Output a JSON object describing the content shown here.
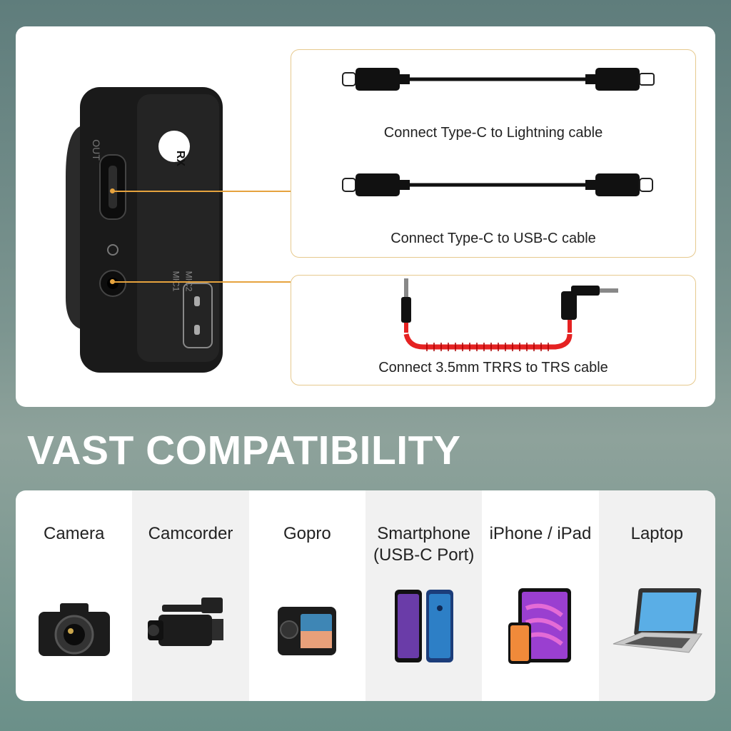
{
  "cables": [
    {
      "label": "Connect Type-C to Lightning cable",
      "icon": "type-c-to-lightning-cable-icon"
    },
    {
      "label": "Connect Type-C to USB-C cable",
      "icon": "type-c-to-usb-c-cable-icon"
    },
    {
      "label": "Connect 3.5mm TRRS to TRS cable",
      "icon": "trrs-to-trs-coiled-cable-icon"
    }
  ],
  "device": {
    "badge": "RX",
    "port_out": "OUT",
    "mic1": "MIC1",
    "mic2": "MIC2"
  },
  "headline": "VAST COMPATIBILITY",
  "devices": [
    {
      "label": "Camera",
      "icon": "camera-icon"
    },
    {
      "label": "Camcorder",
      "icon": "camcorder-icon"
    },
    {
      "label": "Gopro",
      "icon": "gopro-icon"
    },
    {
      "label": "Smartphone",
      "label2": "(USB-C Port)",
      "icon": "smartphone-icon"
    },
    {
      "label": "iPhone / iPad",
      "icon": "iphone-ipad-icon"
    },
    {
      "label": "Laptop",
      "icon": "laptop-icon"
    }
  ],
  "colors": {
    "accent": "#e6a33e",
    "coil": "#e52222",
    "device": "#1c1c1c"
  }
}
